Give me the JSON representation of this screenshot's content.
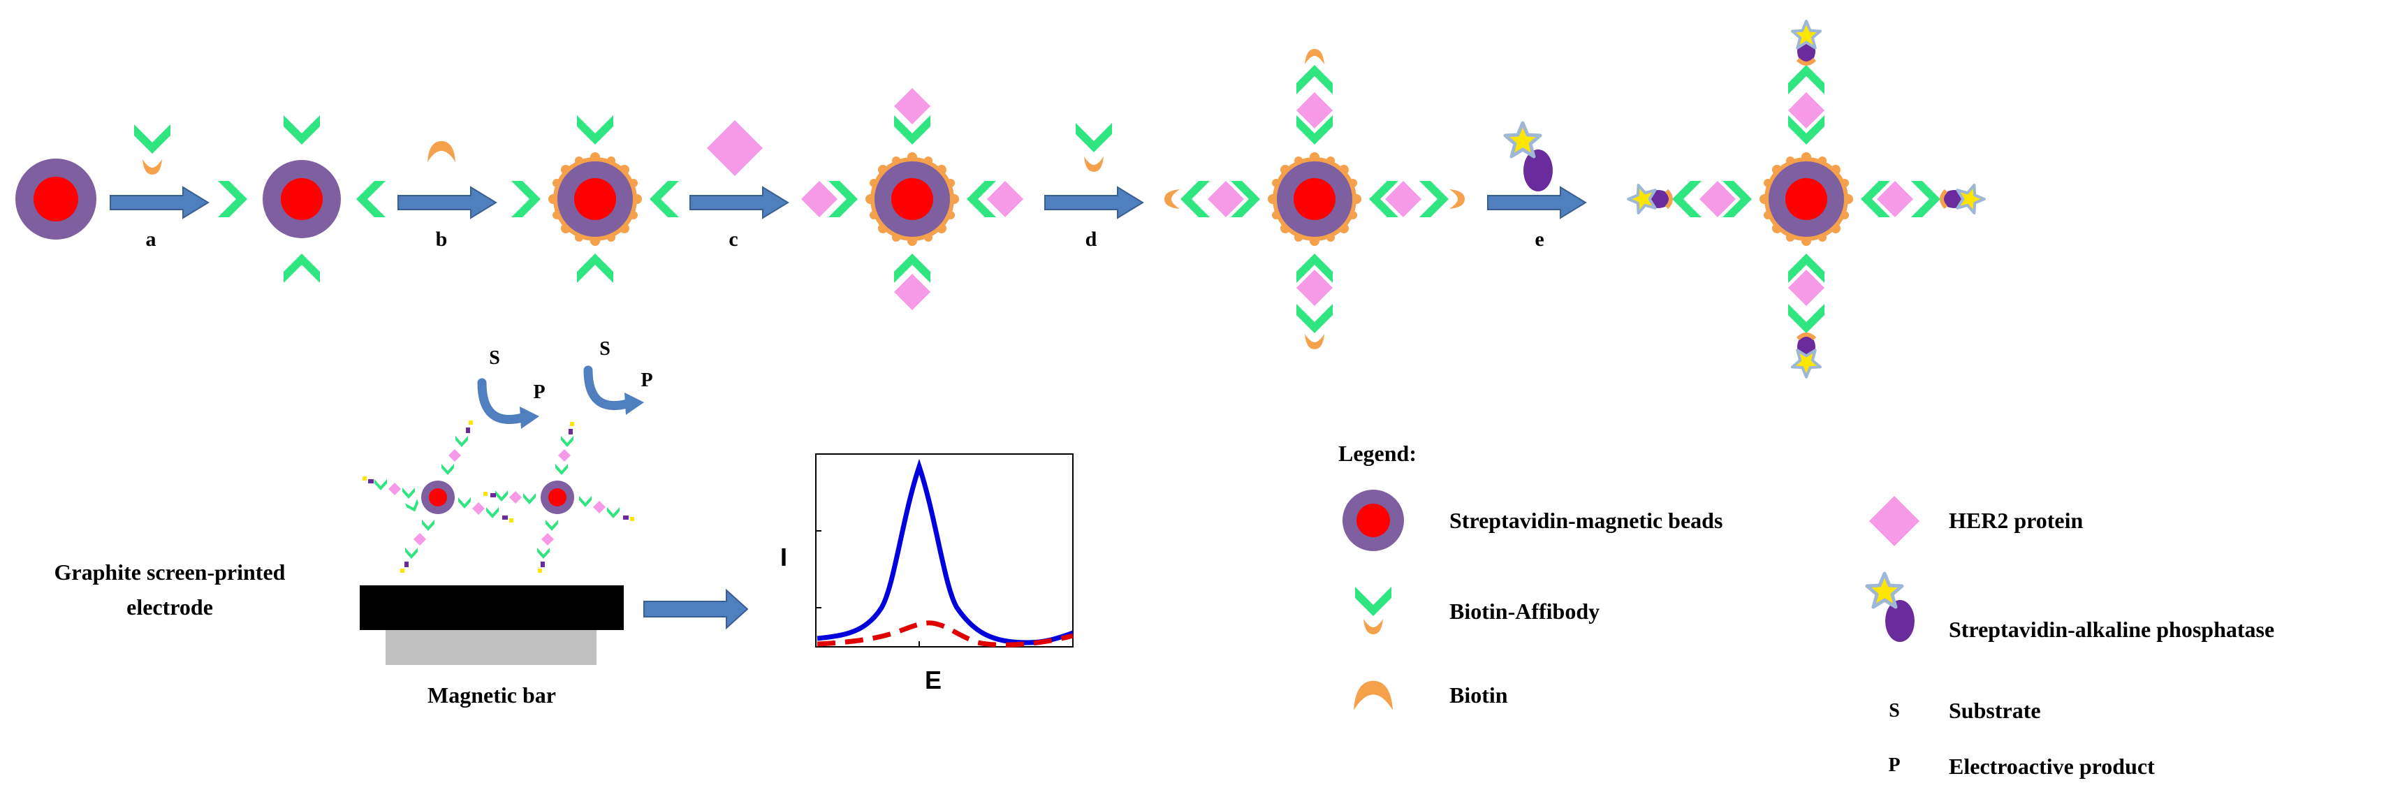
{
  "steps": {
    "a": "a",
    "b": "b",
    "c": "c",
    "d": "d",
    "e": "e"
  },
  "reaction": {
    "substrate": "S",
    "product": "P"
  },
  "electrode_label_line1": "Graphite screen-printed",
  "electrode_label_line2": "electrode",
  "magnetic_bar_label": "Magnetic bar",
  "plot": {
    "ylabel": "I",
    "xlabel": "E"
  },
  "legend": {
    "title": "Legend:",
    "items": {
      "beads": "Streptavidin-magnetic beads",
      "affibody": "Biotin-Affibody",
      "biotin": "Biotin",
      "her2": "HER2 protein",
      "sap": "Streptavidin-alkaline phosphatase",
      "substrate_symbol": "S",
      "substrate": "Substrate",
      "product_symbol": "P",
      "product": "Electroactive product"
    }
  },
  "colors": {
    "bead_core": "#ff0000",
    "bead_shell": "#7e5fa0",
    "affibody": "#2ee57f",
    "biotin": "#f5a04a",
    "her2": "#f69ae8",
    "enzyme": "#6a2b9c",
    "star": "#ffe600",
    "arrow": "#4f7fbf",
    "curve_high": "#0000dd",
    "curve_low": "#e00000"
  }
}
